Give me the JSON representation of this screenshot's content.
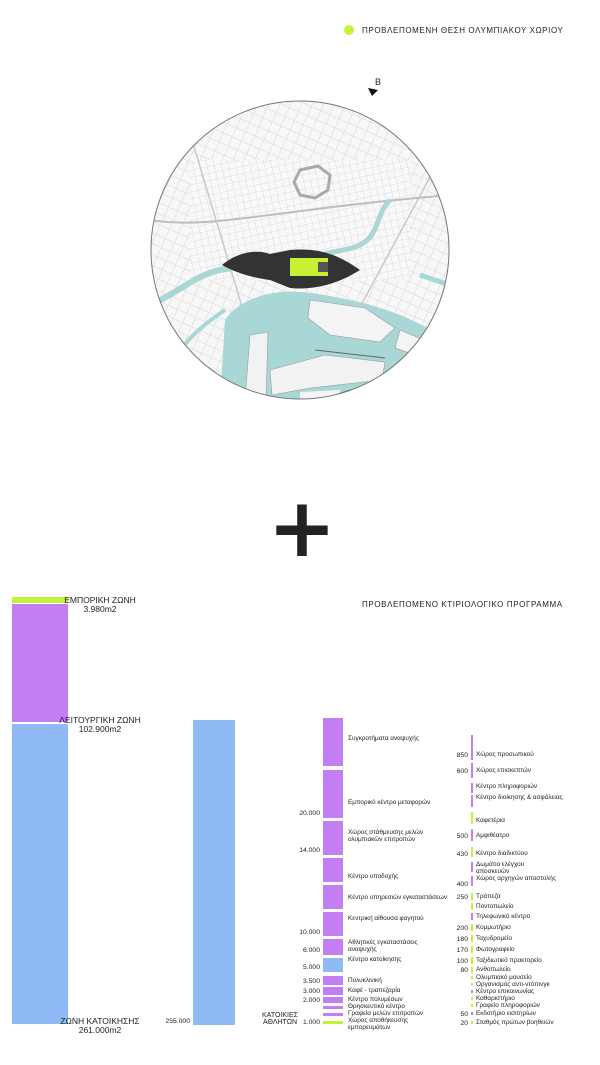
{
  "colors": {
    "lime": "#c6f135",
    "purple": "#c27ef2",
    "blue": "#8fbaf5",
    "water": "#a8d7d6",
    "dark": "#333333"
  },
  "legend": {
    "label": "ΠΡΟΒΛΕΠΟΜΕΝΗ ΘΕΣΗ ΟΛΥΜΠΙΑΚΟΥ ΧΩΡΙΟΥ"
  },
  "map": {
    "north_label": "B"
  },
  "plus_symbol": "+",
  "program_title": "ΠΡΟΒΛΕΠΟΜΕΝΟ ΚΤΙΡΙΟΛΟΓΙΚΟ ΠΡΟΓΡΑΜΜΑ",
  "zones": [
    {
      "name": "ΕΜΠΟΡΙΚΗ ΖΩΝΗ",
      "area": "3.980m2",
      "color": "lime",
      "value": 3980
    },
    {
      "name": "ΛΕΙΤΟΥΡΓΙΚΗ ΖΩΝΗ",
      "area": "102.900m2",
      "color": "purple",
      "value": 102900
    },
    {
      "name": "ΖΩΝΗ ΚΑΤΟΙΚΗΣΗΣ",
      "area": "261.000m2",
      "color": "blue",
      "value": 261000
    }
  ],
  "housing": {
    "value_label": "255.000",
    "label": "ΚΑΤΟΙΚΙΕΣ ΑΘΛΗΤΩΝ",
    "value": 255000
  },
  "middle_items": [
    {
      "label": "Συγκροτήματα αναψυχής",
      "value": "",
      "color": "purple"
    },
    {
      "label": "Εμπορικό κέντρο μεταφορών",
      "value": "20.000",
      "color": "purple"
    },
    {
      "label": "Χώρος στάθμευσης μελών ολυμπιακών επιτροπών",
      "value": "14.000",
      "color": "purple"
    },
    {
      "label": "Κέντρο υποδοχής",
      "value": "",
      "color": "purple"
    },
    {
      "label": "Κέντρο υπηρεσιών εγκαταστάσεων",
      "value": "",
      "color": "purple"
    },
    {
      "label": "Κεντρική αίθουσα φαγητού",
      "value": "10.000",
      "color": "purple"
    },
    {
      "label": "Αθλητικές εγκαταστάσεις αναψυχής",
      "value": "6.000",
      "color": "purple"
    },
    {
      "label": "Κέντρο κατοίκησης",
      "value": "5.000",
      "color": "blue"
    },
    {
      "label": "Πολυκλινική",
      "value": "3.500",
      "color": "purple"
    },
    {
      "label": "Καφέ - τραπεζαρία",
      "value": "3.000",
      "color": "purple"
    },
    {
      "label": "Κέντρο πολυμέσων",
      "value": "2.000",
      "color": "purple"
    },
    {
      "label": "Θρησκευτικό κέντρο",
      "value": "",
      "color": "purple"
    },
    {
      "label": "Γραφεία μελών επιτροπών",
      "value": "",
      "color": "purple"
    },
    {
      "label": "Χώρος αποθήκευσης εμπορευμάτων",
      "value": "1.000",
      "color": "lime"
    }
  ],
  "right_items": [
    {
      "label": "Χώρος προσωπικού",
      "value": "850",
      "color": "purple"
    },
    {
      "label": "Χώρος επισκεπτών",
      "value": "600",
      "color": "purple"
    },
    {
      "label": "Κέντρο πληροφοριών",
      "value": "",
      "color": "purple"
    },
    {
      "label": "Κέντρο διοίκησης & ασφάλειας",
      "value": "",
      "color": "purple"
    },
    {
      "label": "Καφετέρια",
      "value": "",
      "color": "lime"
    },
    {
      "label": "Αμφιθέατρο",
      "value": "500",
      "color": "purple"
    },
    {
      "label": "Κέντρο διαδικτύου",
      "value": "430",
      "color": "lime"
    },
    {
      "label": "Δωμάτιο ελέγχου αποσκευών",
      "value": "",
      "color": "purple"
    },
    {
      "label": "Χώρος αρχηγών αποστολής",
      "value": "400",
      "color": "purple"
    },
    {
      "label": "Τράπεζα",
      "value": "250",
      "color": "lime"
    },
    {
      "label": "Ποντοπωλείο",
      "value": "",
      "color": "lime"
    },
    {
      "label": "Τηλεφωνικό κέντρο",
      "value": "",
      "color": "purple"
    },
    {
      "label": "Κομμωτήριο",
      "value": "200",
      "color": "lime"
    },
    {
      "label": "Ταχυδρομείο",
      "value": "180",
      "color": "lime"
    },
    {
      "label": "Φωτογραφείο",
      "value": "170",
      "color": "lime"
    },
    {
      "label": "Ταξιδιωτικό πρακτορείο",
      "value": "100",
      "color": "lime"
    },
    {
      "label": "Ανθοπωλείο",
      "value": "80",
      "color": "lime"
    },
    {
      "label": "Ολυμπιακό μουσείο",
      "value": "",
      "color": "lime"
    },
    {
      "label": "Οργανισμός αντι-ντόπινγκ",
      "value": "",
      "color": "lime"
    },
    {
      "label": "Κέντρο επικοινωνίας",
      "value": "",
      "color": "purple"
    },
    {
      "label": "Καθαριστήριο",
      "value": "",
      "color": "lime"
    },
    {
      "label": "Γραφείο πληροφοριών",
      "value": "",
      "color": "lime"
    },
    {
      "label": "Εκδοτήριο εισιτηρίων",
      "value": "50",
      "color": "purple"
    },
    {
      "label": "Σταθμός πρώτων βοηθειών",
      "value": "20",
      "color": "lime"
    }
  ]
}
